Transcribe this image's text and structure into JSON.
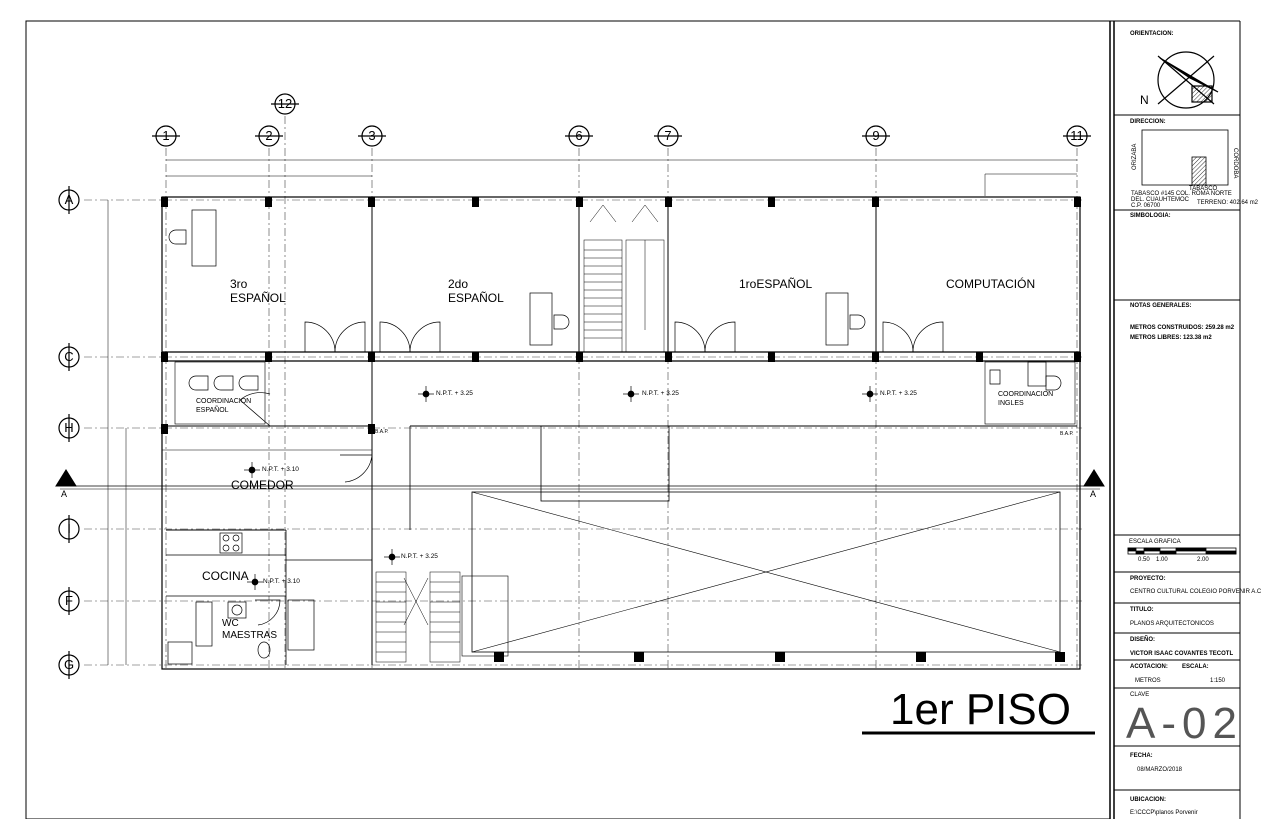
{
  "drawing": {
    "title": "1er PISO",
    "grid_axes": {
      "vertical": [
        "1",
        "2",
        "12",
        "3",
        "6",
        "7",
        "9",
        "11"
      ],
      "horizontal": [
        "A",
        "C",
        "H",
        "I",
        "F",
        "G"
      ]
    },
    "section_marks": [
      "A",
      "A"
    ],
    "rooms": {
      "room_3ro": [
        "3ro",
        "ESPAÑOL"
      ],
      "room_2do": [
        "2do",
        "ESPAÑOL"
      ],
      "room_1ro": "1roESPAÑOL",
      "computacion": "COMPUTACIÓN",
      "coord_espanol": [
        "COORDINACION",
        "ESPAÑOL"
      ],
      "coord_ingles": [
        "COORDINACION",
        "INGLES"
      ],
      "comedor": "COMEDOR",
      "cocina": "COCINA",
      "wc": [
        "WC",
        "MAESTRAS"
      ]
    },
    "levels": {
      "upper": "N.P.T. + 3.25",
      "lower": "N.P.T. + 3.10"
    },
    "bap": "B.A.P."
  },
  "titleblock": {
    "orientacion_label": "ORIENTACION:",
    "north": "N",
    "direccion_label": "DIRECCION:",
    "streets": {
      "left": "ORIZABA",
      "right": "CORDOBA",
      "bottom": "TABASCO"
    },
    "address": [
      "TABASCO #145 COL. ROMA NORTE",
      "DEL.         CUAUHTEMOC",
      "C.P. 06700"
    ],
    "terreno": "TERRENO:  402.64 m2",
    "simbologia_label": "SIMBOLOGIA:",
    "notas_label": "NOTAS GENERALES:",
    "metros_construidos": "METROS CONSTRUIDOS:  259.28  m2",
    "metros_libres": "METROS LIBRES:  123.38  m2",
    "escala_grafica_label": "ESCALA GRAFICA",
    "escala_ticks": [
      "0.50",
      "1.00",
      "2.00"
    ],
    "proyecto_label": "PROYECTO:",
    "proyecto": "CENTRO CULTURAL COLEGIO PORVENIR A.C",
    "titulo_label": "TITULO:",
    "titulo": "PLANOS ARQUITECTONICOS",
    "diseno_label": "DISEÑO:",
    "diseno": "VICTOR ISAAC COVANTES TECOTL",
    "acotacion_label": "ACOTACION:",
    "escala_label": "ESCALA:",
    "acotacion": "METROS",
    "escala": "1:150",
    "clave_label": "CLAVE",
    "clave": "A-02",
    "fecha_label": "FECHA:",
    "fecha": "08/MARZO/2018",
    "ubicacion_label": "UBICACION:",
    "ubicacion": "E:\\CCCP\\planos Porvenir"
  }
}
